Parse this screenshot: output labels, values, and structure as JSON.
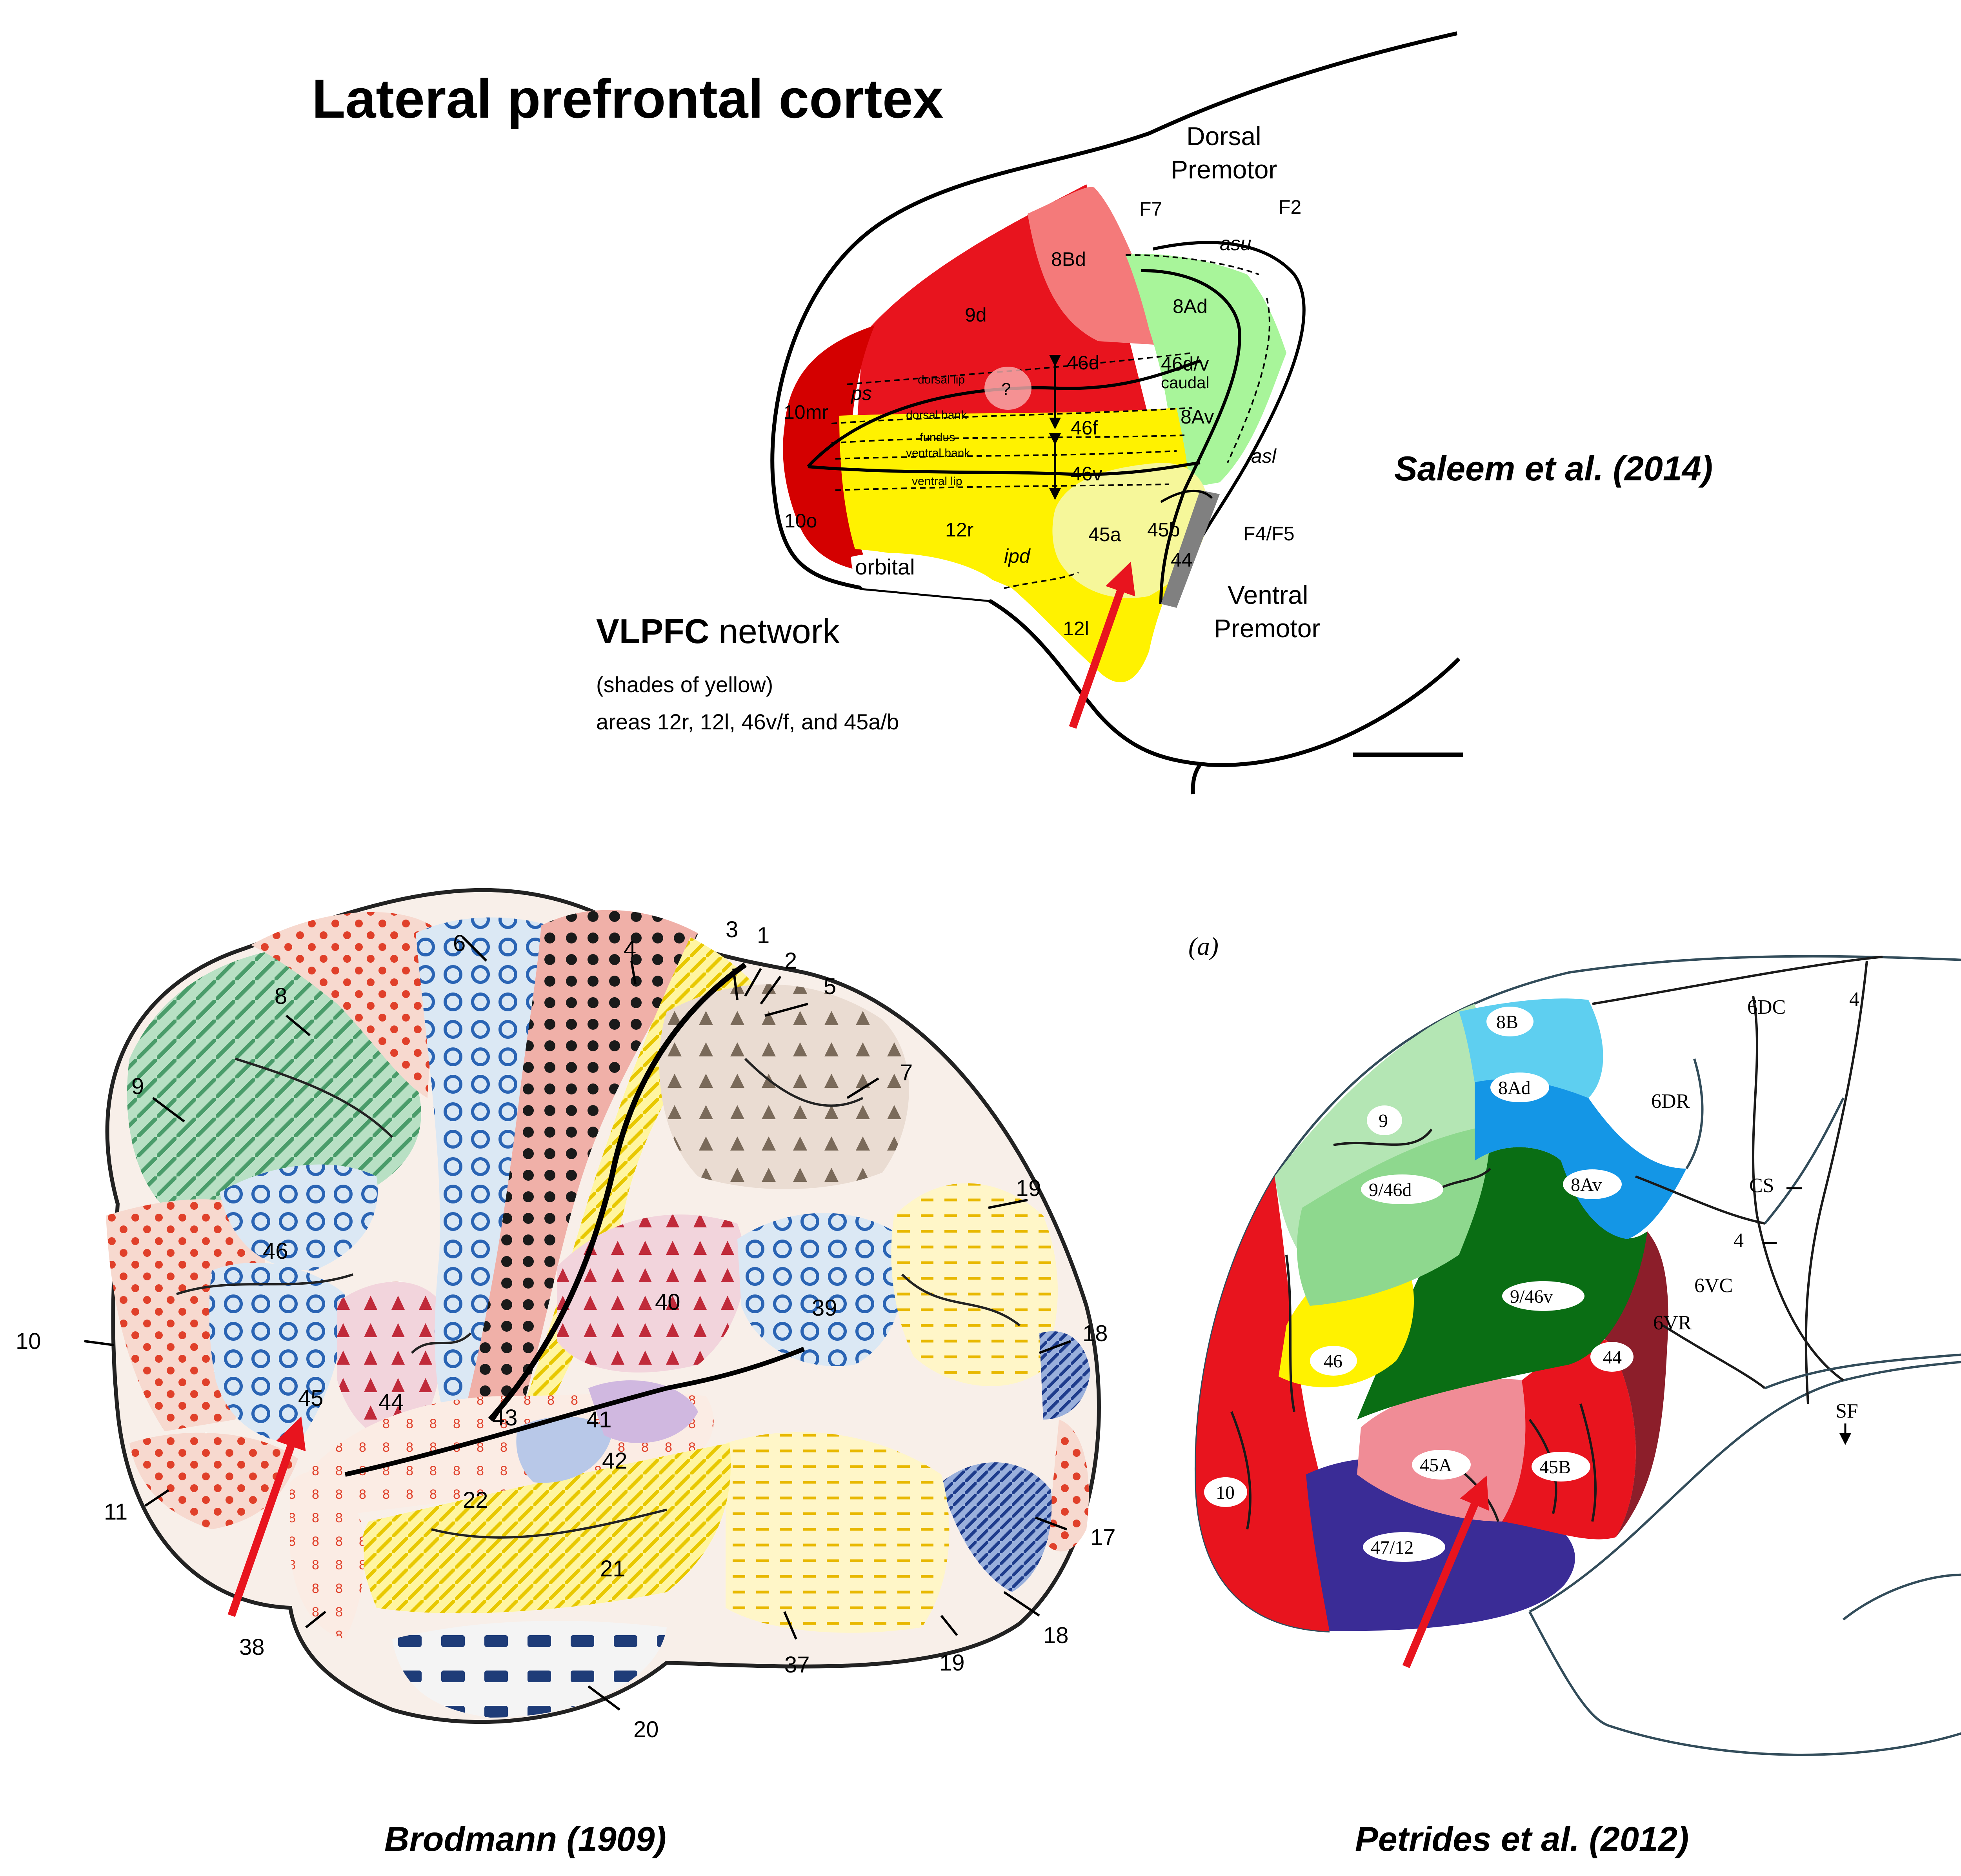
{
  "title": "Lateral prefrontal cortex",
  "colors": {
    "red": "#e8141e",
    "pink_red": "#f47a7a",
    "yellow": "#fff200",
    "pale_yellow": "#f6f79a",
    "green": "#a8f59a",
    "arrow": "#e8141e",
    "dark_green": "#0a6e14",
    "blue": "#1496e6",
    "light_blue": "#5ecff0",
    "maroon": "#8c1e2a",
    "purple": "#3a2c96",
    "salmon": "#f08c96",
    "light_green": "#b4e6b4",
    "outline": "#324c5a"
  },
  "saleem": {
    "citation": "Saleem et al. (2014)",
    "dorsal_premotor": [
      "Dorsal",
      "Premotor"
    ],
    "ventral_premotor": [
      "Ventral",
      "Premotor"
    ],
    "network_bold": "VLPFC",
    "network_rest": " network",
    "note_line1": "(shades of yellow)",
    "note_line2": "areas 12r, 12l, 46v/f, and 45a/b",
    "areas": {
      "a8Bd": "8Bd",
      "a9d": "9d",
      "a8Ad": "8Ad",
      "a46d": "46d",
      "a46dv": "46d/v",
      "caudal": "caudal",
      "a10mr": "10mr",
      "ps": "ps",
      "q": "?",
      "a46f": "46f",
      "a8Av": "8Av",
      "a46v": "46v",
      "a10o": "10o",
      "a12r": "12r",
      "a45a": "45a",
      "a45b": "45b",
      "a44": "44",
      "ipd": "ipd",
      "orbital": "orbital",
      "a12l": "12l",
      "F7": "F7",
      "F2": "F2",
      "asu": "asu",
      "asl": "asl",
      "F4F5": "F4/F5"
    },
    "layers": {
      "dorsal_lip": "dorsal lip",
      "dorsal_bank": "dorsal bank",
      "fundus": "fundus",
      "ventral_bank": "ventral bank",
      "ventral_lip": "ventral lip"
    }
  },
  "brodmann": {
    "citation": "Brodmann (1909)",
    "labels": {
      "n1": "1",
      "n2": "2",
      "n3": "3",
      "n4": "4",
      "n5": "5",
      "n6": "6",
      "n7": "7",
      "n8": "8",
      "n9": "9",
      "n10": "10",
      "n11": "11",
      "n17": "17",
      "n18a": "18",
      "n18b": "18",
      "n19a": "19",
      "n19b": "19",
      "n20": "20",
      "n21": "21",
      "n22": "22",
      "n37": "37",
      "n38": "38",
      "n39": "39",
      "n40": "40",
      "n41": "41",
      "n42": "42",
      "n43": "43",
      "n44": "44",
      "n45": "45",
      "n46": "46"
    }
  },
  "petrides": {
    "citation": "Petrides et al. (2012)",
    "panel": "(a)",
    "areas": {
      "a8B": "8B",
      "a8Ad": "8Ad",
      "a9": "9",
      "a946d": "9/46d",
      "a8Av": "8Av",
      "a946v": "9/46v",
      "a46": "46",
      "a44": "44",
      "a45A": "45A",
      "a45B": "45B",
      "a10": "10",
      "a4712": "47/12"
    },
    "outer": {
      "d6DC": "6DC",
      "d4top": "4",
      "d6DR": "6DR",
      "cs": "CS",
      "d4mid": "4",
      "d6VC": "6VC",
      "d6VR": "6VR",
      "sf": "SF"
    }
  }
}
